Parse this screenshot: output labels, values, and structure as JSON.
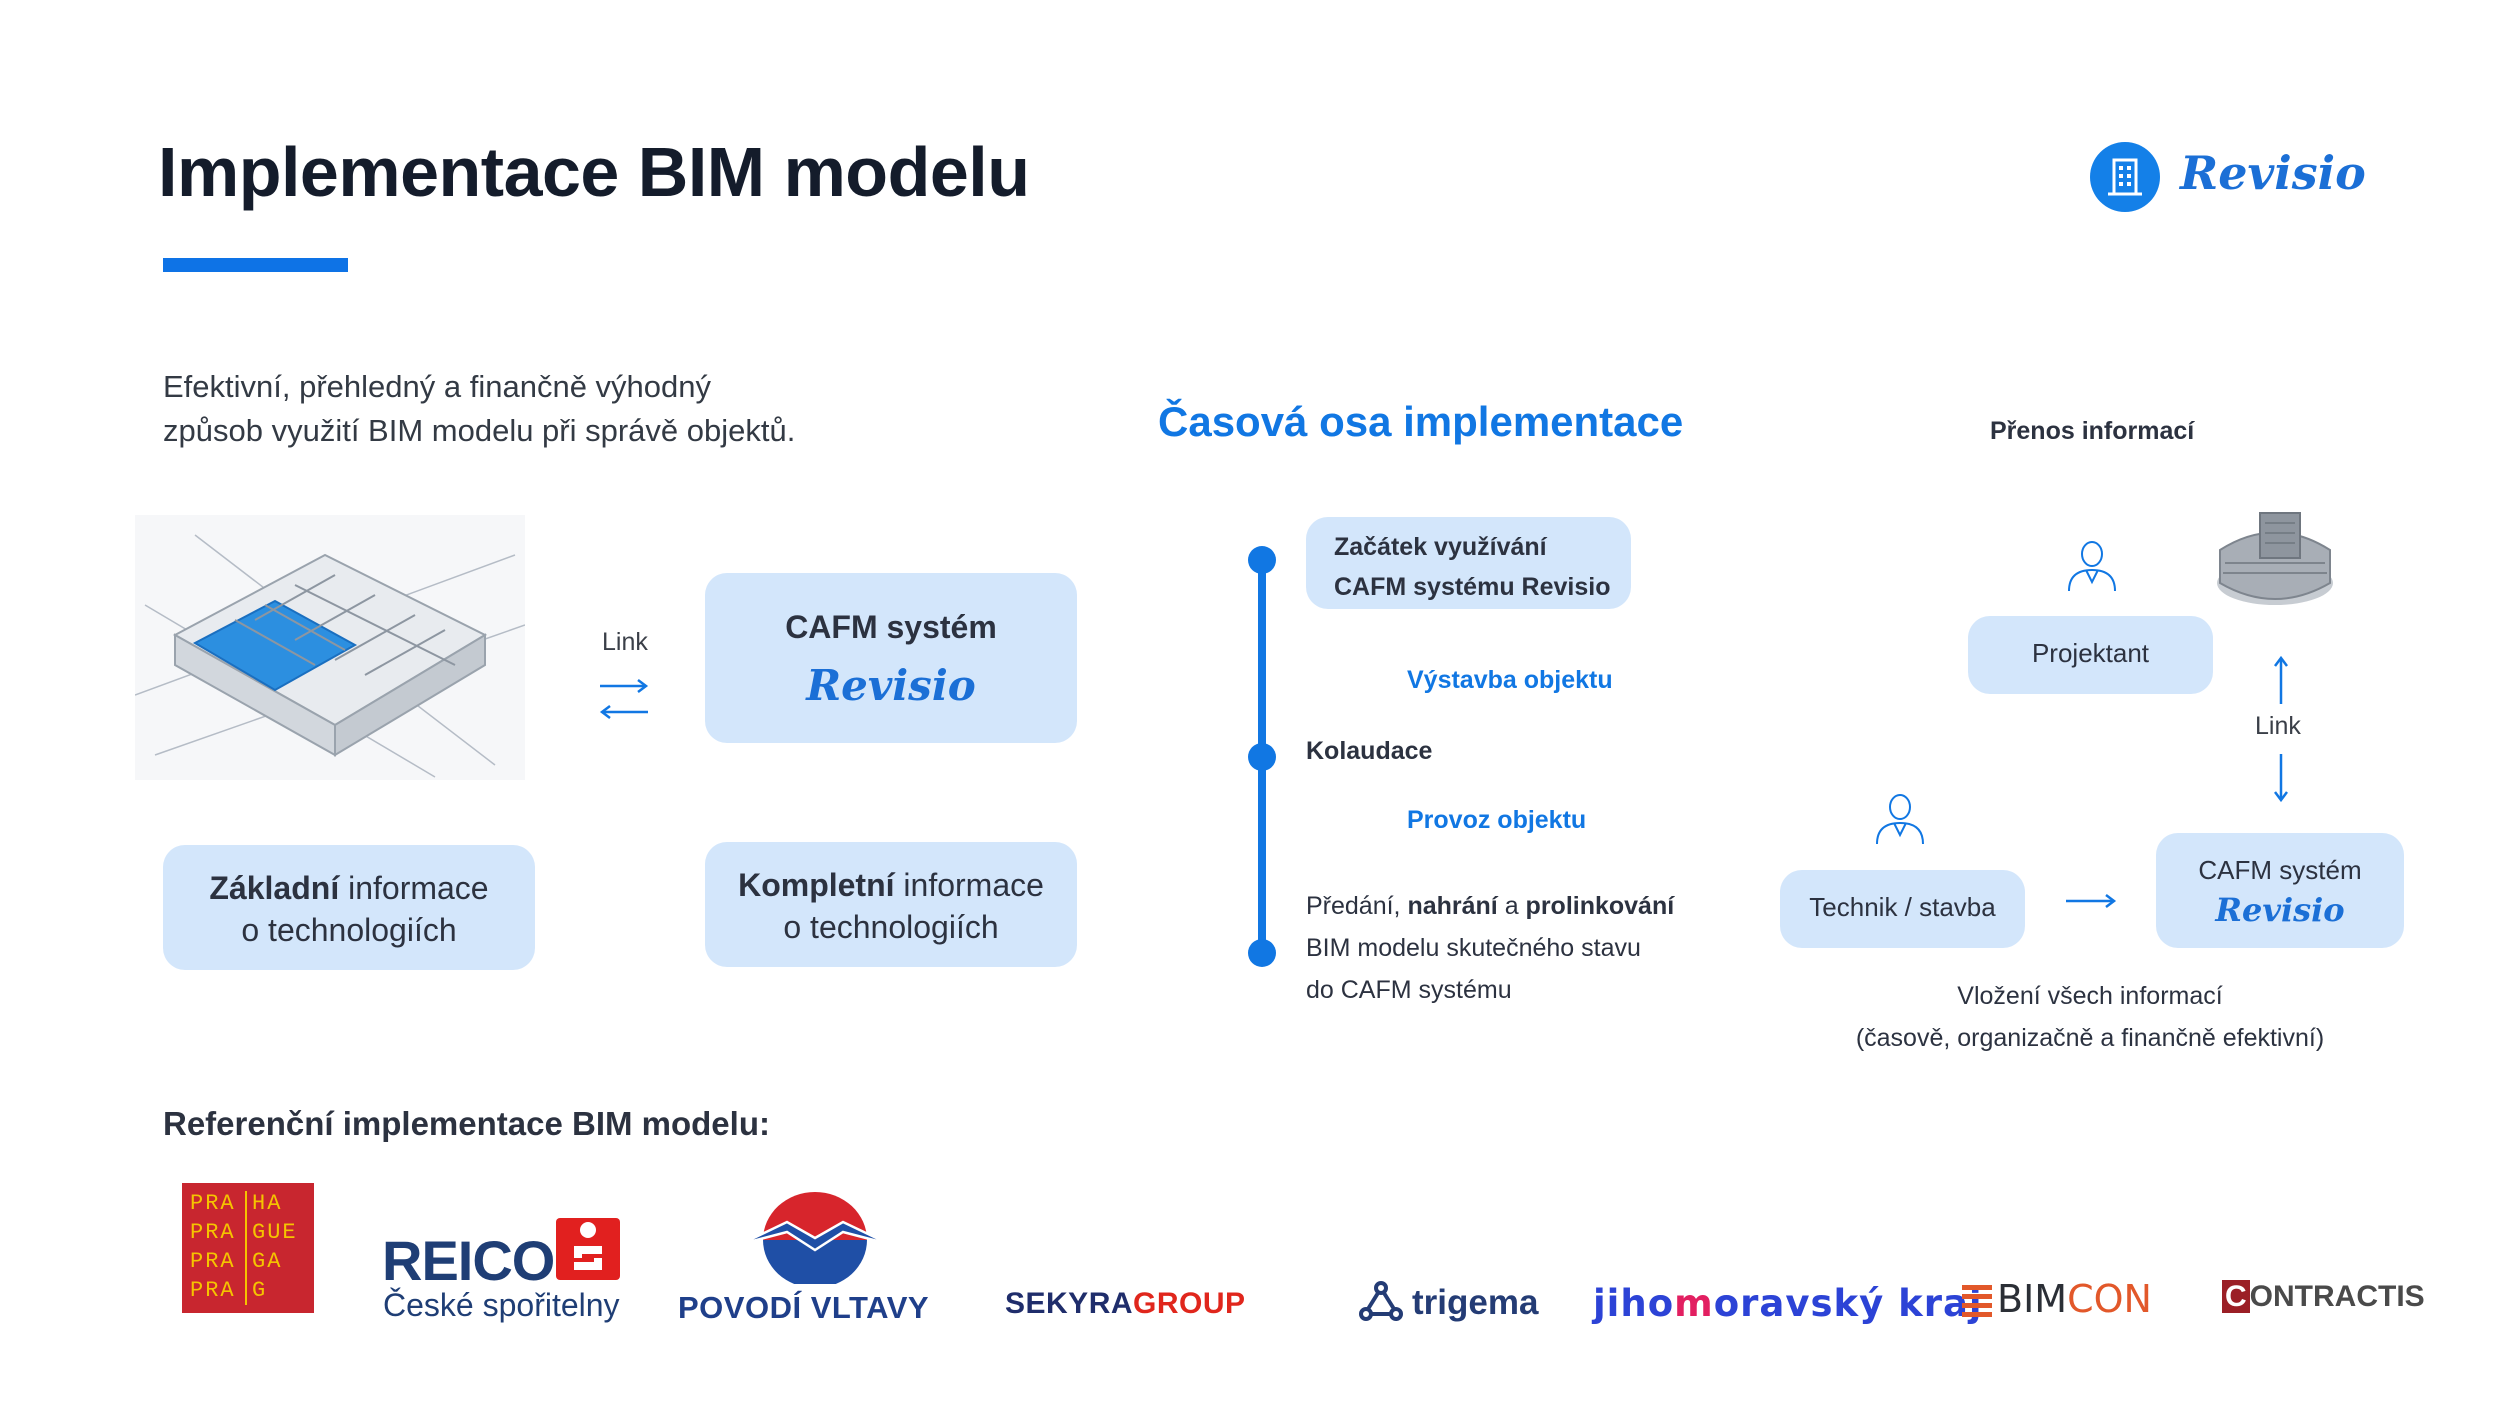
{
  "header": {
    "title": "Implementace BIM modelu",
    "logo_text": "Revisio"
  },
  "intro": {
    "line1": "Efektivní, přehledný a finančně výhodný",
    "line2": "způsob využití BIM modelu při správě objektů."
  },
  "left_diagram": {
    "link_label": "Link",
    "cafm_label": "CAFM systém",
    "cafm_logo": "Revisio",
    "basic_info": {
      "bold": "Základní",
      "rest": " informace",
      "line2": "o technologiích"
    },
    "full_info": {
      "bold": "Kompletní",
      "rest": " informace",
      "line2": "o technologiích"
    }
  },
  "timeline": {
    "title": "Časová osa implementace",
    "start_line1": "Začátek využívání",
    "start_line2": "CAFM systému Revisio",
    "phase1": "Výstavba objektu",
    "milestone": "Kolaudace",
    "phase2": "Provoz objektu",
    "desc_p1": "Předání, ",
    "desc_b1": "nahrání",
    "desc_p2": " a ",
    "desc_b2": "prolinkování",
    "desc_line2": "BIM modelu skutečného stavu",
    "desc_line3": "do CAFM systému"
  },
  "transfer": {
    "title": "Přenos informací",
    "projektant": "Projektant",
    "link_label": "Link",
    "technik": "Technik / stavba",
    "cafm_label": "CAFM systém",
    "cafm_logo": "Revisio",
    "insert_line1": "Vložení všech informací",
    "insert_line2": "(časově, organizačně a finančně efektivní)"
  },
  "references": {
    "title": "Referenční implementace BIM modelu:",
    "praha": {
      "col1": [
        "PRA",
        "PRA",
        "PRA",
        "PRA"
      ],
      "col2": [
        "HA",
        "GUE",
        "GA",
        "G"
      ]
    },
    "reico": {
      "main": "REICO",
      "sub": "České spořitelny"
    },
    "povodi": "POVODÍ VLTAVY",
    "sekyra": {
      "a": "SEKYRA",
      "b": "GROUP"
    },
    "trigema": "trigema",
    "jiho": {
      "a": "jiho",
      "b": "m",
      "c": "oravský kraj"
    },
    "bimcon": {
      "a": "BIM",
      "b": "CON"
    },
    "contractis": {
      "first": "C",
      "rest": "ONTRACTIS"
    }
  },
  "colors": {
    "accent": "#0e73e6",
    "box": "#d3e6fb",
    "title": "#141c2b"
  },
  "icons": [
    "building-icon",
    "person-icon",
    "arrow-icon"
  ]
}
